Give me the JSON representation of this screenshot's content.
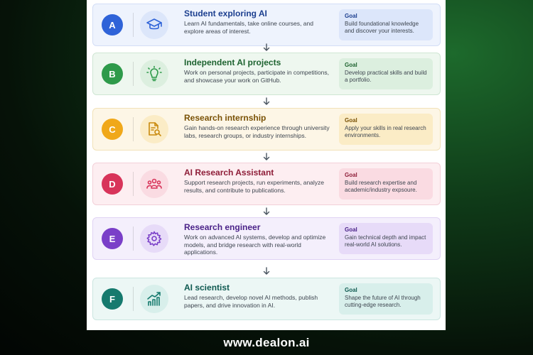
{
  "steps": [
    {
      "letter": "A",
      "title": "Student exploring AI",
      "description": "Learn AI fundamentals, take online courses, and explore areas of interest.",
      "goal_label": "Goal",
      "goal_text": "Build foundational knowledge and discover your interests.",
      "icon": "graduation-cap-icon",
      "colors": {
        "badge": "#2f63d8",
        "card_bg": "#eef3fd",
        "card_border": "#d3def6",
        "goal_bg": "#dce6fa",
        "title": "#1c3f8f",
        "icon_bg": "#dce6fa",
        "icon": "#2f63d8"
      }
    },
    {
      "letter": "B",
      "title": "Independent AI projects",
      "description": "Work on personal projects, participate in competitions, and showcase your work on GitHub.",
      "goal_label": "Goal",
      "goal_text": "Develop practical skills and build a portfolio.",
      "icon": "lightbulb-icon",
      "colors": {
        "badge": "#2e9a4a",
        "card_bg": "#eef7ef",
        "card_border": "#cfe6d3",
        "goal_bg": "#dcefdf",
        "title": "#1e6330",
        "icon_bg": "#dcefdf",
        "icon": "#2e9a4a"
      }
    },
    {
      "letter": "C",
      "title": "Research internship",
      "description": "Gain hands-on research experience through university labs, research groups, or industry internships.",
      "goal_label": "Goal",
      "goal_text": "Apply your skills in real research environments.",
      "icon": "document-search-icon",
      "colors": {
        "badge": "#f0a81a",
        "card_bg": "#fdf6e6",
        "card_border": "#f2e2b8",
        "goal_bg": "#fbecc6",
        "title": "#7a5206",
        "icon_bg": "#fbecc6",
        "icon": "#c98a0e"
      }
    },
    {
      "letter": "D",
      "title": "AI Research Assistant",
      "description": "Support research projects, run experiments, analyze results, and contribute to publications.",
      "goal_label": "Goal",
      "goal_text": "Build research expertise and academic/industry expsoure.",
      "icon": "team-icon",
      "colors": {
        "badge": "#d8345a",
        "card_bg": "#fdeef1",
        "card_border": "#f3d0d8",
        "goal_bg": "#fadbe2",
        "title": "#8e1d38",
        "icon_bg": "#fadbe2",
        "icon": "#d8345a"
      }
    },
    {
      "letter": "E",
      "title": "Research engineer",
      "description": "Work on advanced AI systems, develop and optimize models, and bridge research with real-world applications.",
      "goal_label": "Goal",
      "goal_text": "Gain technical depth and impact real-world AI solutions.",
      "icon": "gear-icon",
      "colors": {
        "badge": "#7a3fc8",
        "card_bg": "#f4effc",
        "card_border": "#e0d3f4",
        "goal_bg": "#e7dbf8",
        "title": "#4a2288",
        "icon_bg": "#e7dbf8",
        "icon": "#7a3fc8"
      }
    },
    {
      "letter": "F",
      "title": "AI scientist",
      "description": "Lead research, develop novel AI methods, publish papers, and drive innovation in AI.",
      "goal_label": "Goal",
      "goal_text": "Shape the future of AI through cutting-edge research.",
      "icon": "growth-chart-icon",
      "colors": {
        "badge": "#167a6e",
        "card_bg": "#ecf7f5",
        "card_border": "#cce6e1",
        "goal_bg": "#d8efeb",
        "title": "#0f5a51",
        "icon_bg": "#d8efeb",
        "icon": "#167a6e"
      }
    }
  ],
  "footer": {
    "website": "www.dealon.ai"
  }
}
